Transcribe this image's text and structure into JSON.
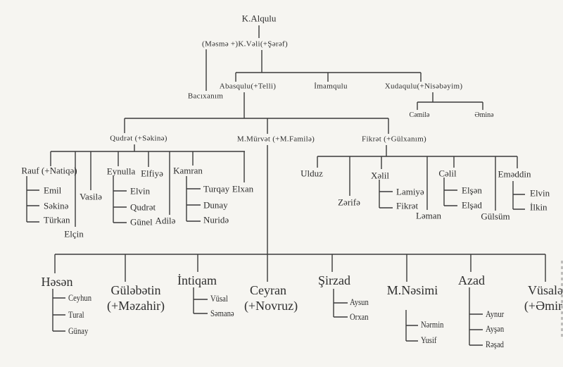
{
  "root": "K.Alqulu",
  "gen1": {
    "kvali": "(Məsmə +)K.Vəli(+Şərəf)",
    "bacixanim": "Bacıxanım"
  },
  "gen2": {
    "abasqulu": "Abasqulu(+Telli)",
    "imamqulu": "İmamqulu",
    "xudaqulu": "Xudaqulu(+Nisəbəyim)"
  },
  "xudaqulu_children": [
    "Cəmilə",
    "Əminə"
  ],
  "gen3": {
    "qudret": "Qudrət (+Səkinə)",
    "murvet": "M.Mürvət (+M.Familə)",
    "fikret": "Fikrət (+Gülxanım)"
  },
  "qudret_children": {
    "rauf": "Rauf (+Natiqə)",
    "rauf_kids": [
      "Emil",
      "Səkinə",
      "Türkan"
    ],
    "elcin": "Elçin",
    "vasile": "Vasilə",
    "eynulla": "Eynulla",
    "eynulla_kids": [
      "Elvin",
      "Qudrət",
      "Günel"
    ],
    "elfiye": "Elfiyə",
    "adile": "Adilə",
    "kamran": "Kamran",
    "kamran_kids": [
      "Turqay",
      "Dunay",
      "Nuridə"
    ],
    "elxan": "Elxan"
  },
  "fikret_children": {
    "ulduz": "Ulduz",
    "zerife": "Zərifə",
    "xelil": "Xəlil",
    "xelil_kids": [
      "Lamiyə",
      "Fikrət"
    ],
    "leman": "Ləman",
    "celil": "Cəlil",
    "celil_kids": [
      "Elşən",
      "Elşad"
    ],
    "gulsum": "Gülsüm",
    "emeddin": "Eməddin",
    "emeddin_kids": [
      "Elvin",
      "İlkin"
    ]
  },
  "murvet_children": {
    "hesen": "Həsən",
    "hesen_kids": [
      "Ceyhun",
      "Tural",
      "Günay"
    ],
    "gulebetin": "Güləbətin",
    "gulebetin_spouse": "(+Məzahir)",
    "intiqam": "İntiqam",
    "intiqam_kids": [
      "Vüsal",
      "Səmanə"
    ],
    "ceyran": "Ceyran",
    "ceyran_spouse": "(+Novruz)",
    "sirzad": "Şirzad",
    "sirzad_kids": [
      "Aysun",
      "Orxan"
    ],
    "nesimi": "M.Nəsimi",
    "nesimi_kids": [
      "Nərmin",
      "Yusif"
    ],
    "azad": "Azad",
    "azad_kids": [
      "Aynur",
      "Ayşən",
      "Rəşad"
    ],
    "vusale": "Vüsalə",
    "vusale_spouse": "(+Əmir)"
  }
}
